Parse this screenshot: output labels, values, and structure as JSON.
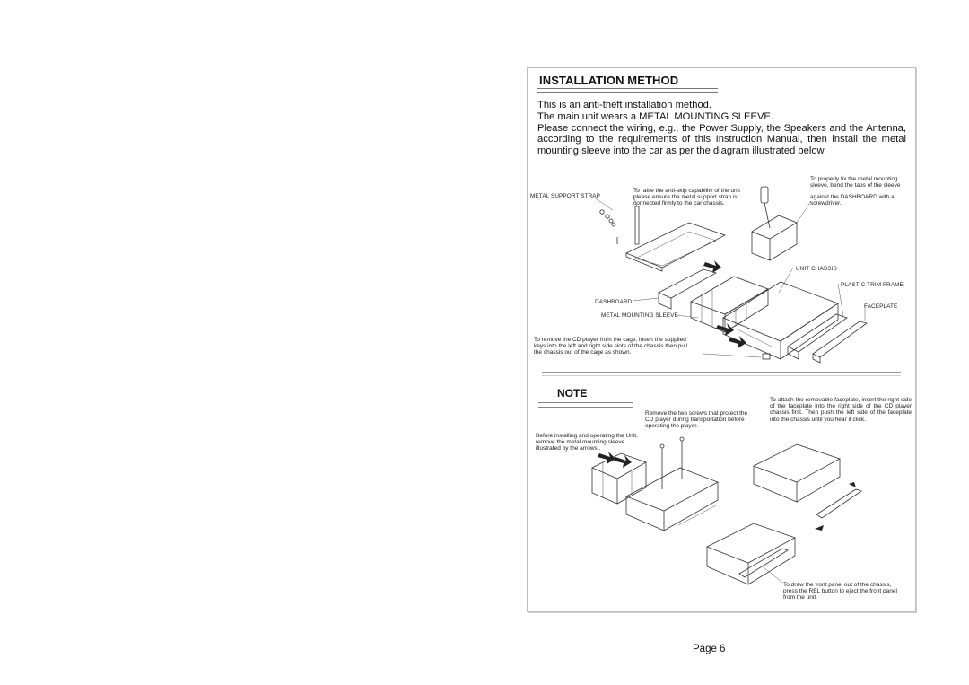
{
  "document": {
    "title": "INSTALLATION METHOD",
    "paragraphs": [
      "This is an anti-theft installation method.",
      "The main unit wears a METAL MOUNTING SLEEVE.",
      "Please connect the wiring, e.g., the Power Supply, the Speakers and the Antenna, according to the requirements of this Instruction Manual, then install the metal mounting sleeve into the car as per the diagram illustrated below."
    ],
    "diagram1": {
      "labels": {
        "metal_support_strap": "METAL SUPPORT STRAP",
        "anti_skip_note": "To raise the anti-skip capability of the unit please ensure the metal support strap is connected firmly to the car chassis.",
        "fix_sleeve_note_1": "To properly fix the metal mounting sleeve, bend the tabs of the sleeve",
        "fix_sleeve_note_2": "against the DASHBOARD with a screwdriver.",
        "unit_chassis": "UNIT CHASSIS",
        "plastic_trim_frame": "PLASTIC TRIM FRAME",
        "faceplate": "FACEPLATE",
        "dashboard": "DASHBOARD",
        "metal_mounting_sleeve": "METAL MOUNTING SLEEVE",
        "remove_player_note": "To remove the CD player from the cage, insert the supplied keys into the left and right side slots of the chassis then pull the chassis out of the cage as shown."
      }
    },
    "note": {
      "title": "NOTE",
      "before_installing": "Before installing and operating the Unit, remove the metal mounting sleeve illustrated by the arrows .",
      "remove_screws": "Remove the two screws that protect the CD player during transportation before operating the player.",
      "attach_faceplate": "To attach the removable faceplate, insert the right side of the faceplate into the right side of the CD player chassis first. Then push the left side of the faceplate into the chassis until you hear it click.",
      "draw_front_panel": "To draw the front panel out of the chassis, press the REL button to eject the front panel from the unit."
    },
    "page_label": "Page 6"
  }
}
